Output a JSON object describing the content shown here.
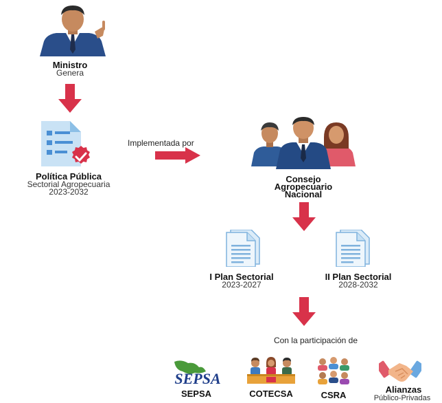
{
  "minister": {
    "title": "Ministro",
    "subtitle": "Genera"
  },
  "policy": {
    "title": "Política Pública",
    "line1": "Sectorial Agropecuaria",
    "line2": "2023-2032"
  },
  "implemented_by": "Implementada por",
  "council": {
    "line1": "Consejo",
    "line2": "Agropecuario",
    "line3": "Nacional"
  },
  "plan1": {
    "title": "I Plan Sectorial",
    "years": "2023-2027"
  },
  "plan2": {
    "title": "II Plan Sectorial",
    "years": "2028-2032"
  },
  "participation": "Con la participación de",
  "participants": [
    {
      "label": "SEPSA",
      "logo_text": "SEPSA"
    },
    {
      "label": "COTECSA"
    },
    {
      "label": "CSRA"
    },
    {
      "label": "Alianzas",
      "sublabel": "Público-Privadas"
    }
  ],
  "colors": {
    "arrow": "#d8324a",
    "doc_blue": "#4a8fd4",
    "check_red": "#d8324a",
    "suit": "#2a4e8a"
  }
}
